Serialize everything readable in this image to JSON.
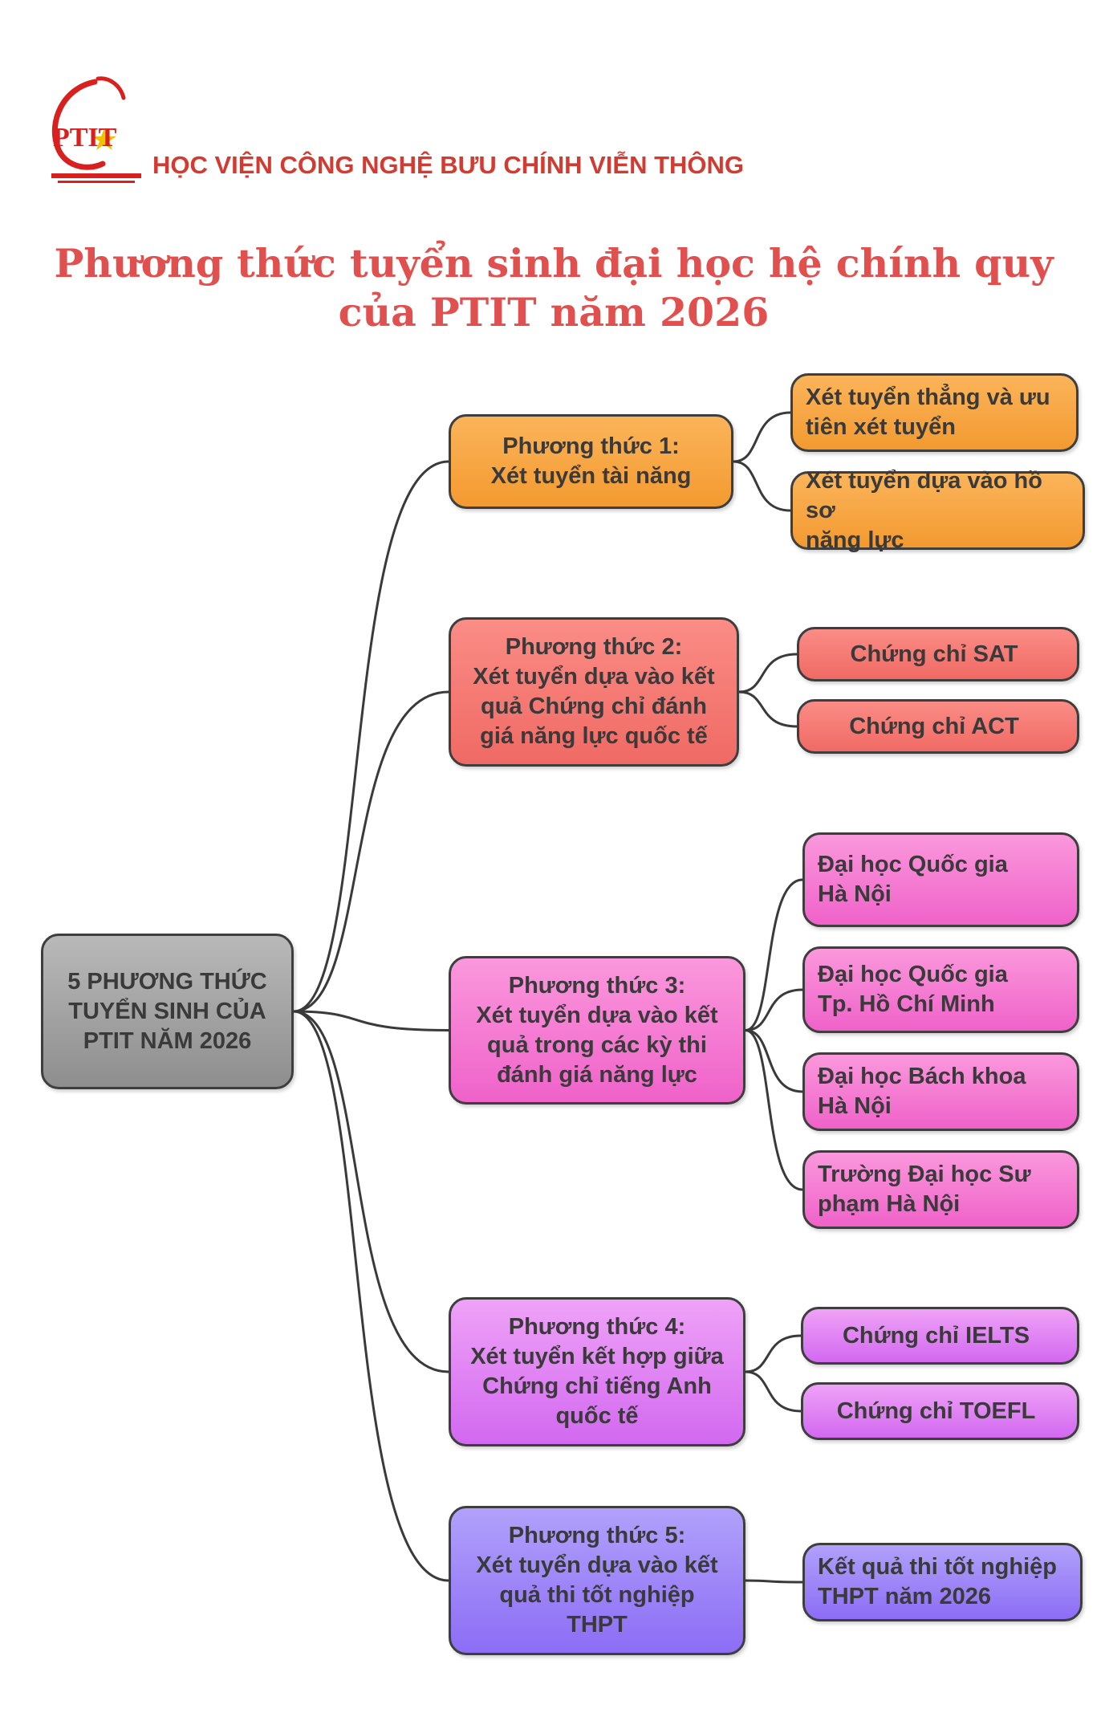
{
  "header": {
    "logo_text": "PTIT",
    "org_name": "HỌC VIỆN CÔNG NGHỆ BƯU CHÍNH VIỄN THÔNG"
  },
  "title": {
    "line1": "Phương thức tuyển sinh đại học hệ chính quy",
    "line2": "của PTIT năm 2026"
  },
  "colors": {
    "brand_red": "#d23b32",
    "title_red": "#e0504f",
    "root_gray": "#a0a0a0",
    "method1_orange": "#f6a640",
    "method2_salmon": "#f47a74",
    "method3_pink": "#f47fd3",
    "method4_violet": "#df82f3",
    "method5_purple": "#9c84f7"
  },
  "root": {
    "label": "5 PHƯƠNG THỨC\nTUYỂN SINH CỦA\nPTIT NĂM 2026"
  },
  "methods": [
    {
      "label": "Phương thức 1:\nXét tuyển tài năng",
      "children": [
        "Xét tuyển thẳng và ưu\ntiên xét tuyển",
        "Xét tuyển dựa vào hồ sơ\nnăng lực"
      ]
    },
    {
      "label": "Phương thức 2:\nXét tuyển dựa vào kết\nquả Chứng chỉ đánh\ngiá năng lực quốc tế",
      "children": [
        "Chứng chỉ SAT",
        "Chứng chỉ ACT"
      ]
    },
    {
      "label": "Phương thức 3:\nXét tuyển dựa vào kết\nquả trong các kỳ thi\nđánh giá năng lực",
      "children": [
        "Đại học Quốc gia\nHà Nội",
        "Đại học Quốc gia\nTp. Hồ Chí Minh",
        "Đại học Bách khoa\nHà Nội",
        "Trường Đại học Sư\nphạm Hà Nội"
      ]
    },
    {
      "label": "Phương thức 4:\nXét tuyển kết hợp giữa\nChứng chỉ tiếng Anh\nquốc tế",
      "children": [
        "Chứng chỉ IELTS",
        "Chứng chỉ TOEFL"
      ]
    },
    {
      "label": "Phương thức 5:\nXét tuyển dựa vào kết\nquả thi tốt nghiệp\nTHPT",
      "children": [
        "Kết quả thi tốt nghiệp\nTHPT năm 2026"
      ]
    }
  ]
}
